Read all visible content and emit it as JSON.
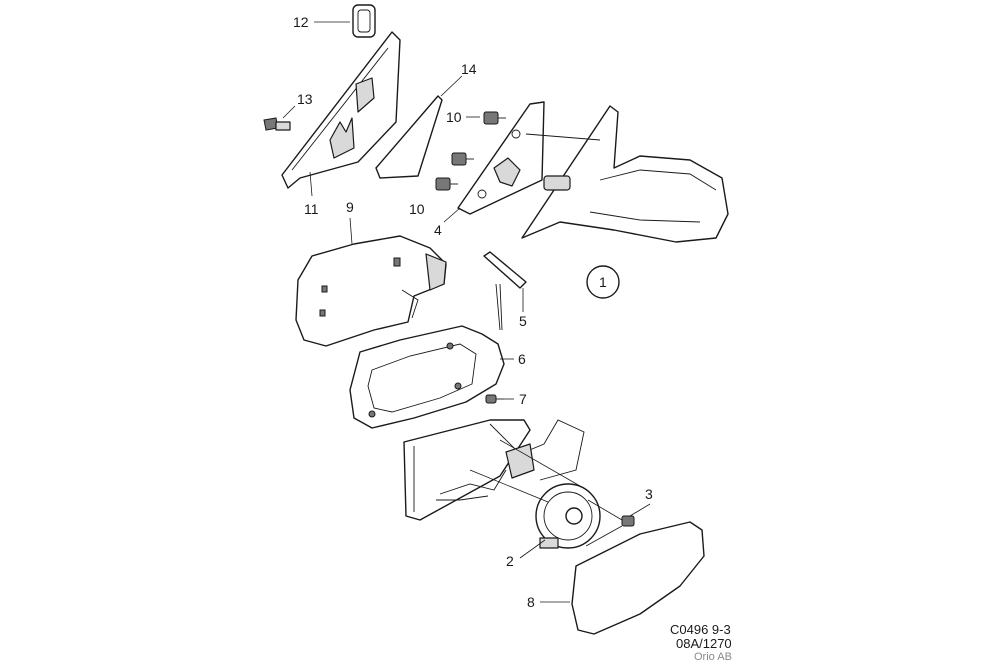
{
  "diagram": {
    "callouts": [
      {
        "id": "c12",
        "label": "12"
      },
      {
        "id": "c13",
        "label": "13"
      },
      {
        "id": "c14",
        "label": "14"
      },
      {
        "id": "c10a",
        "label": "10"
      },
      {
        "id": "c10b",
        "label": "10"
      },
      {
        "id": "c11",
        "label": "11"
      },
      {
        "id": "c9",
        "label": "9"
      },
      {
        "id": "c4",
        "label": "4"
      },
      {
        "id": "c1",
        "label": "1"
      },
      {
        "id": "c5",
        "label": "5"
      },
      {
        "id": "c6",
        "label": "6"
      },
      {
        "id": "c7",
        "label": "7"
      },
      {
        "id": "c3",
        "label": "3"
      },
      {
        "id": "c2",
        "label": "2"
      },
      {
        "id": "c8",
        "label": "8"
      }
    ],
    "reference": {
      "code": "C0496 9-3",
      "number": "08A/1270",
      "company": "Orio AB"
    }
  }
}
